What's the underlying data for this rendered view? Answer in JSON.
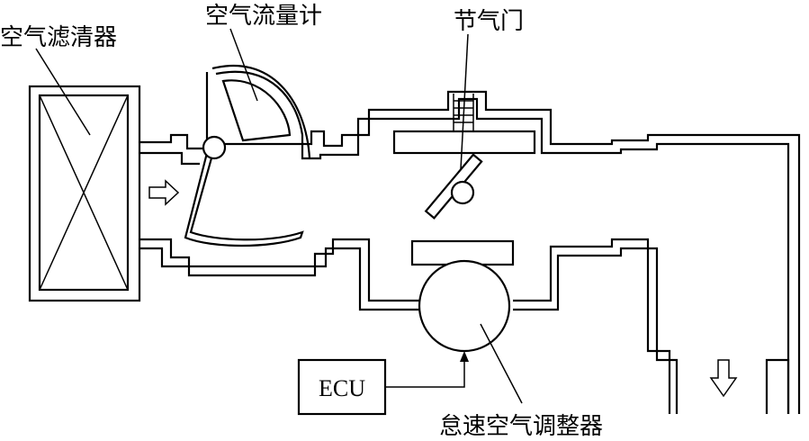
{
  "labels": {
    "air_filter": "空气滤清器",
    "air_flow_meter": "空气流量计",
    "throttle_valve": "节气门",
    "idle_air_control_valve": "怠速空气调整器",
    "ecu": "ECU"
  },
  "colors": {
    "line": "#000000",
    "background": "#ffffff"
  }
}
